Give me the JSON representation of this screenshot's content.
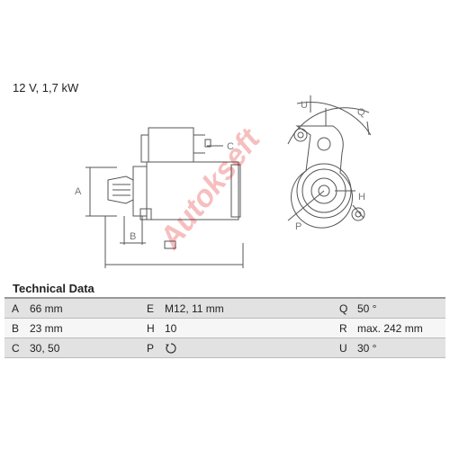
{
  "spec_line": "12 V, 1,7 kW",
  "drawing": {
    "labels": {
      "a": "A",
      "b": "B",
      "c": "C",
      "u": "U",
      "q": "Q",
      "p": "P",
      "h": "H"
    }
  },
  "technical_data": {
    "title": "Technical Data",
    "rows": [
      {
        "k1": "A",
        "v1": "66 mm",
        "k2": "E",
        "v2": "M12, 11 mm",
        "k3": "Q",
        "v3": "50 °"
      },
      {
        "k1": "B",
        "v1": "23 mm",
        "k2": "H",
        "v2": "10",
        "k3": "R",
        "v3": "max. 242 mm"
      },
      {
        "k1": "C",
        "v1": "30, 50",
        "k2": "P",
        "v2": "",
        "k3": "U",
        "v3": "30 °"
      }
    ],
    "rotation_icon": "clockwise-rotation-icon"
  },
  "watermark": "Autokseft"
}
